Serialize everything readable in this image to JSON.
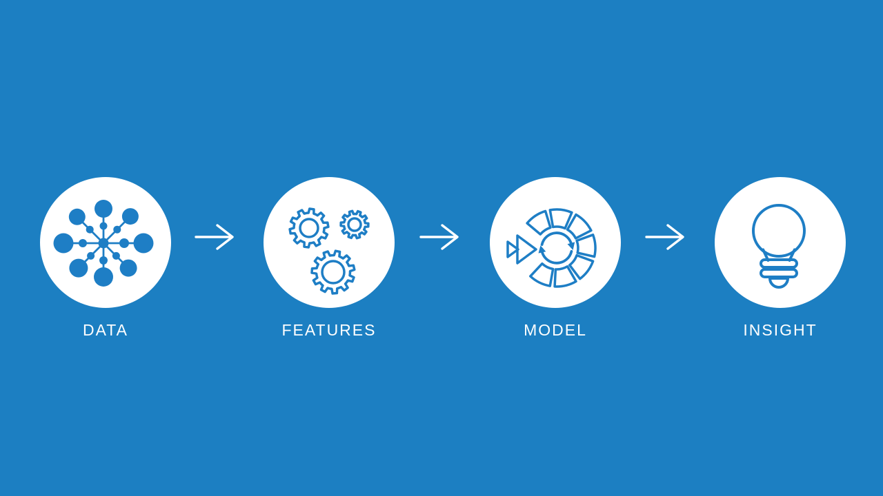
{
  "meta": {
    "background_color": "#1c7fc2",
    "accent_color": "#1e7ec5",
    "circle_fill_color": "#ffffff",
    "label_color": "#ffffff"
  },
  "pipeline": {
    "connector_icon": "arrow-right-icon",
    "steps": [
      {
        "label": "DATA",
        "icon": "data-network-icon"
      },
      {
        "label": "FEATURES",
        "icon": "gears-icon"
      },
      {
        "label": "MODEL",
        "icon": "model-cycle-icon"
      },
      {
        "label": "INSIGHT",
        "icon": "lightbulb-icon"
      }
    ]
  }
}
